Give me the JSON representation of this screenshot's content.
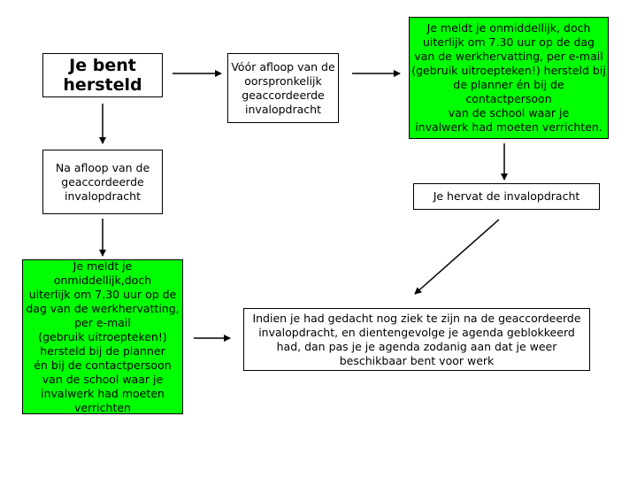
{
  "nodes": {
    "start": "Je bent\nhersteld",
    "before_end": "Vóór afloop van de\noorspronkelijk\ngeaccordeerde\ninvalopdracht",
    "report_top": "Je meldt je onmiddellijk, doch\nuiterlijk om 7.30 uur op de dag\nvan de werkhervatting, per e-mail\n(gebruik uitroepteken!) hersteld bij\nde planner én bij de contactpersoon\nvan de school waar je\ninvalwerk had moeten verrichten.",
    "resume": "Je hervat de invalopdracht",
    "after_end": "Na afloop van de\ngeaccordeerde\ninvalopdracht",
    "report_bottom": "Je meldt je onmiddellijk,doch\nuiterlijk om 7.30 uur op de\ndag van de werkhervatting,\nper e-mail\n(gebruik uitroepteken!)\nhersteld bij de planner\nén bij de contactpersoon\nvan de school waar je\ninvalwerk had moeten\nverrichten",
    "note": "Indien je had gedacht nog ziek te zijn na de geaccordeerde\ninvalopdracht, en dientengevolge je agenda geblokkeerd\nhad, dan pas je je agenda zodanig aan dat je weer\nbeschikbaar bent voor werk"
  },
  "colors": {
    "highlight": "#00ff00",
    "border": "#000000",
    "background": "#ffffff"
  }
}
